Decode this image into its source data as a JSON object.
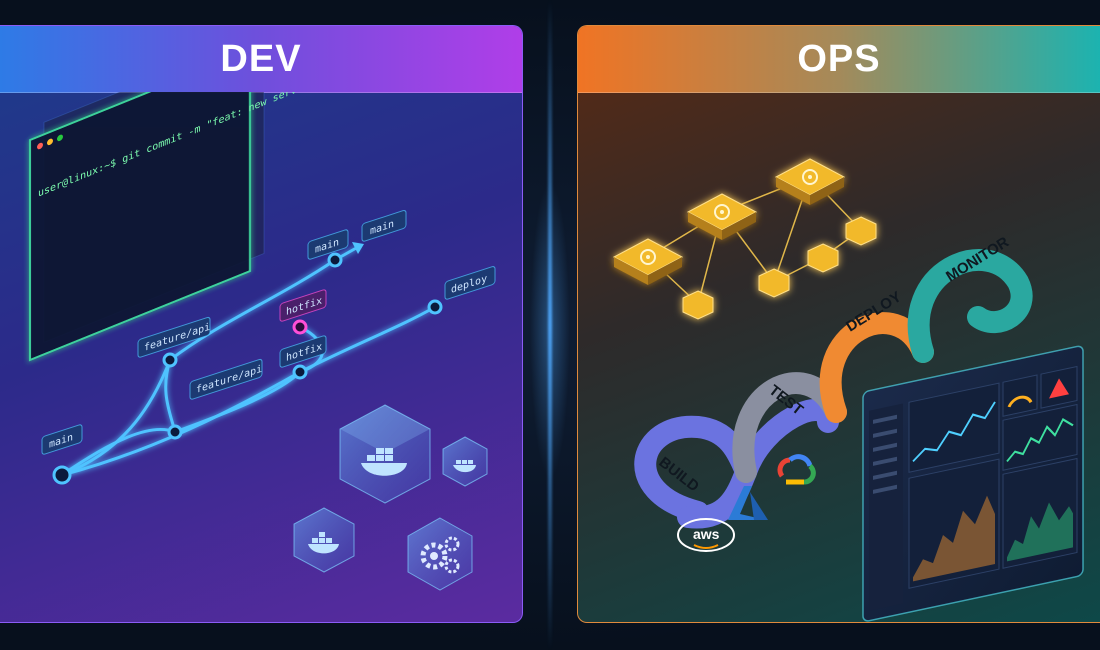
{
  "dev": {
    "title": "DEV",
    "terminal_command": "user@linux:~$ git commit -m \"feat: new service\"",
    "branch_labels": {
      "main_start": "main",
      "feature_api_1": "feature/api",
      "feature_api_2": "feature/api",
      "hotfix_1": "hotfix",
      "hotfix_2": "hotfix",
      "main_top": "main",
      "main_arrow": "main",
      "deploy": "deploy"
    },
    "icons": [
      "terminal-icon",
      "docker-icon",
      "docker-icon",
      "docker-icon",
      "gears-icon"
    ]
  },
  "ops": {
    "title": "OPS",
    "pipeline_stages": [
      "BUILD",
      "TEST",
      "DEPLOY",
      "MONITOR"
    ],
    "cloud_logos": {
      "aws": "aws"
    },
    "icons": [
      "kubernetes-icon",
      "container-icon",
      "azure-icon",
      "google-cloud-icon",
      "aws-icon",
      "dashboard-icon"
    ]
  },
  "colors": {
    "dev_accent": "#8b5cf6",
    "ops_accent": "#e08a3c",
    "branch_line": "#4fc3ff",
    "hotfix_node": "#ff4fd8",
    "build": "#6b73e0",
    "test": "#8a8fa0",
    "deploy": "#f08a32",
    "monitor": "#2aa8a0"
  }
}
